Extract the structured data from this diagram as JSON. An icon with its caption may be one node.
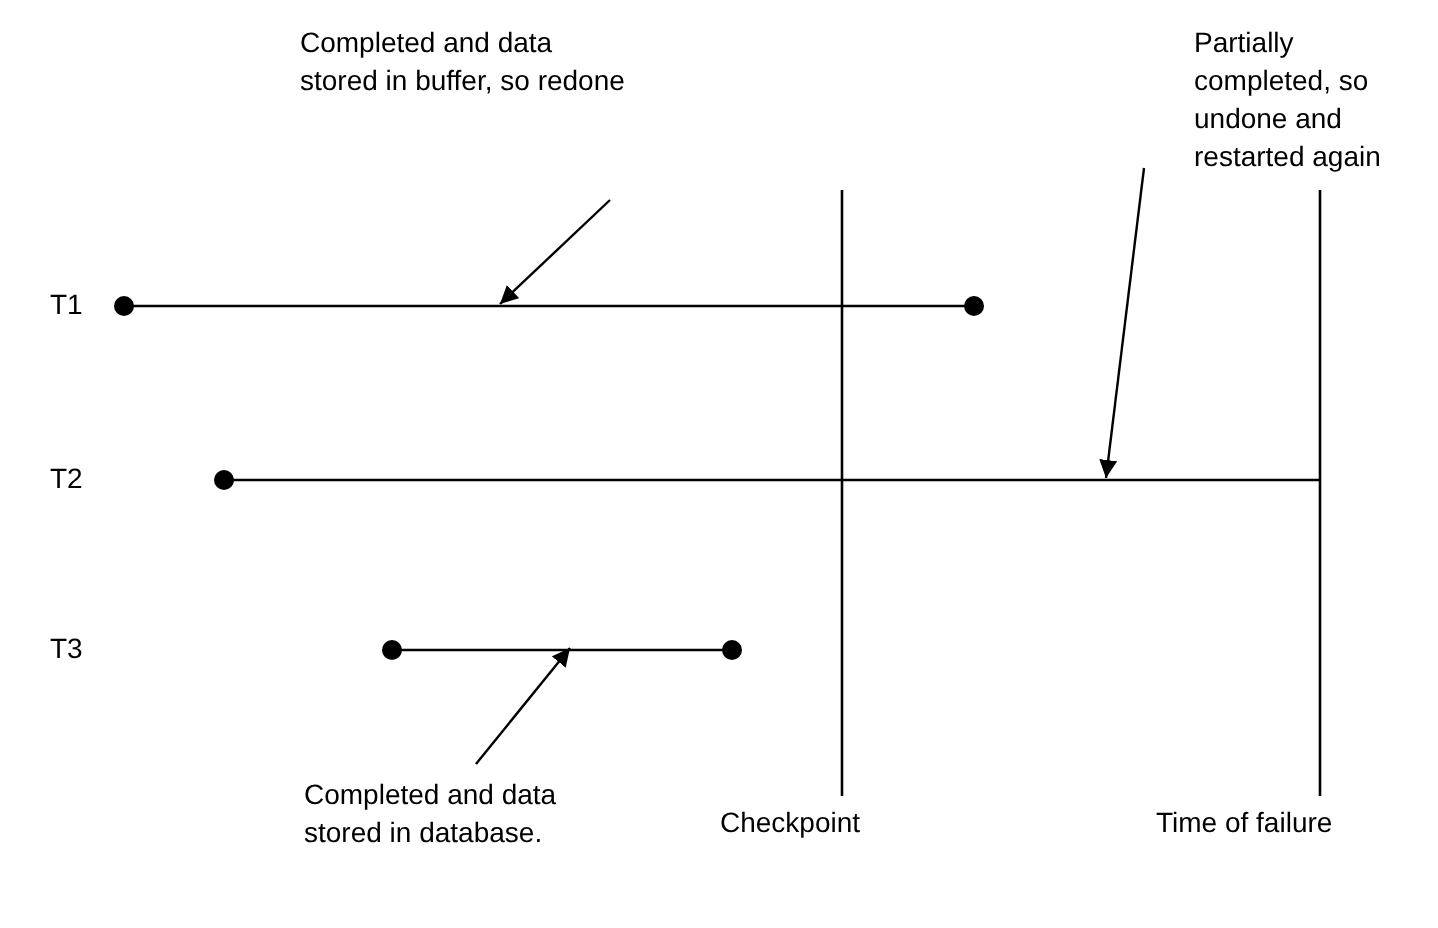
{
  "diagram": {
    "nodes": [
      {
        "text": [
          "Completed and data stored in buffer, so redone"
        ]
      },
      {
        "text": [
          "Partially completed, so undone and restarted again"
        ]
      },
      {
        "text": [],
        "shape": "bar"
      },
      {
        "text": [],
        "shape": "bar"
      },
      {
        "text": [],
        "shape": "bar"
      },
      {
        "text": [
          "Completed and data stored in database."
        ]
      }
    ],
    "edges": [
      {
        "from": 0,
        "to": 2,
        "arrow": "to"
      },
      {
        "from": 1,
        "to": 3,
        "arrow": "to"
      },
      {
        "from": 5,
        "to": 4,
        "arrow": "to"
      }
    ],
    "labels": [
      "T1",
      "T2",
      "T3",
      "Checkpoint",
      "Time of failure"
    ]
  }
}
